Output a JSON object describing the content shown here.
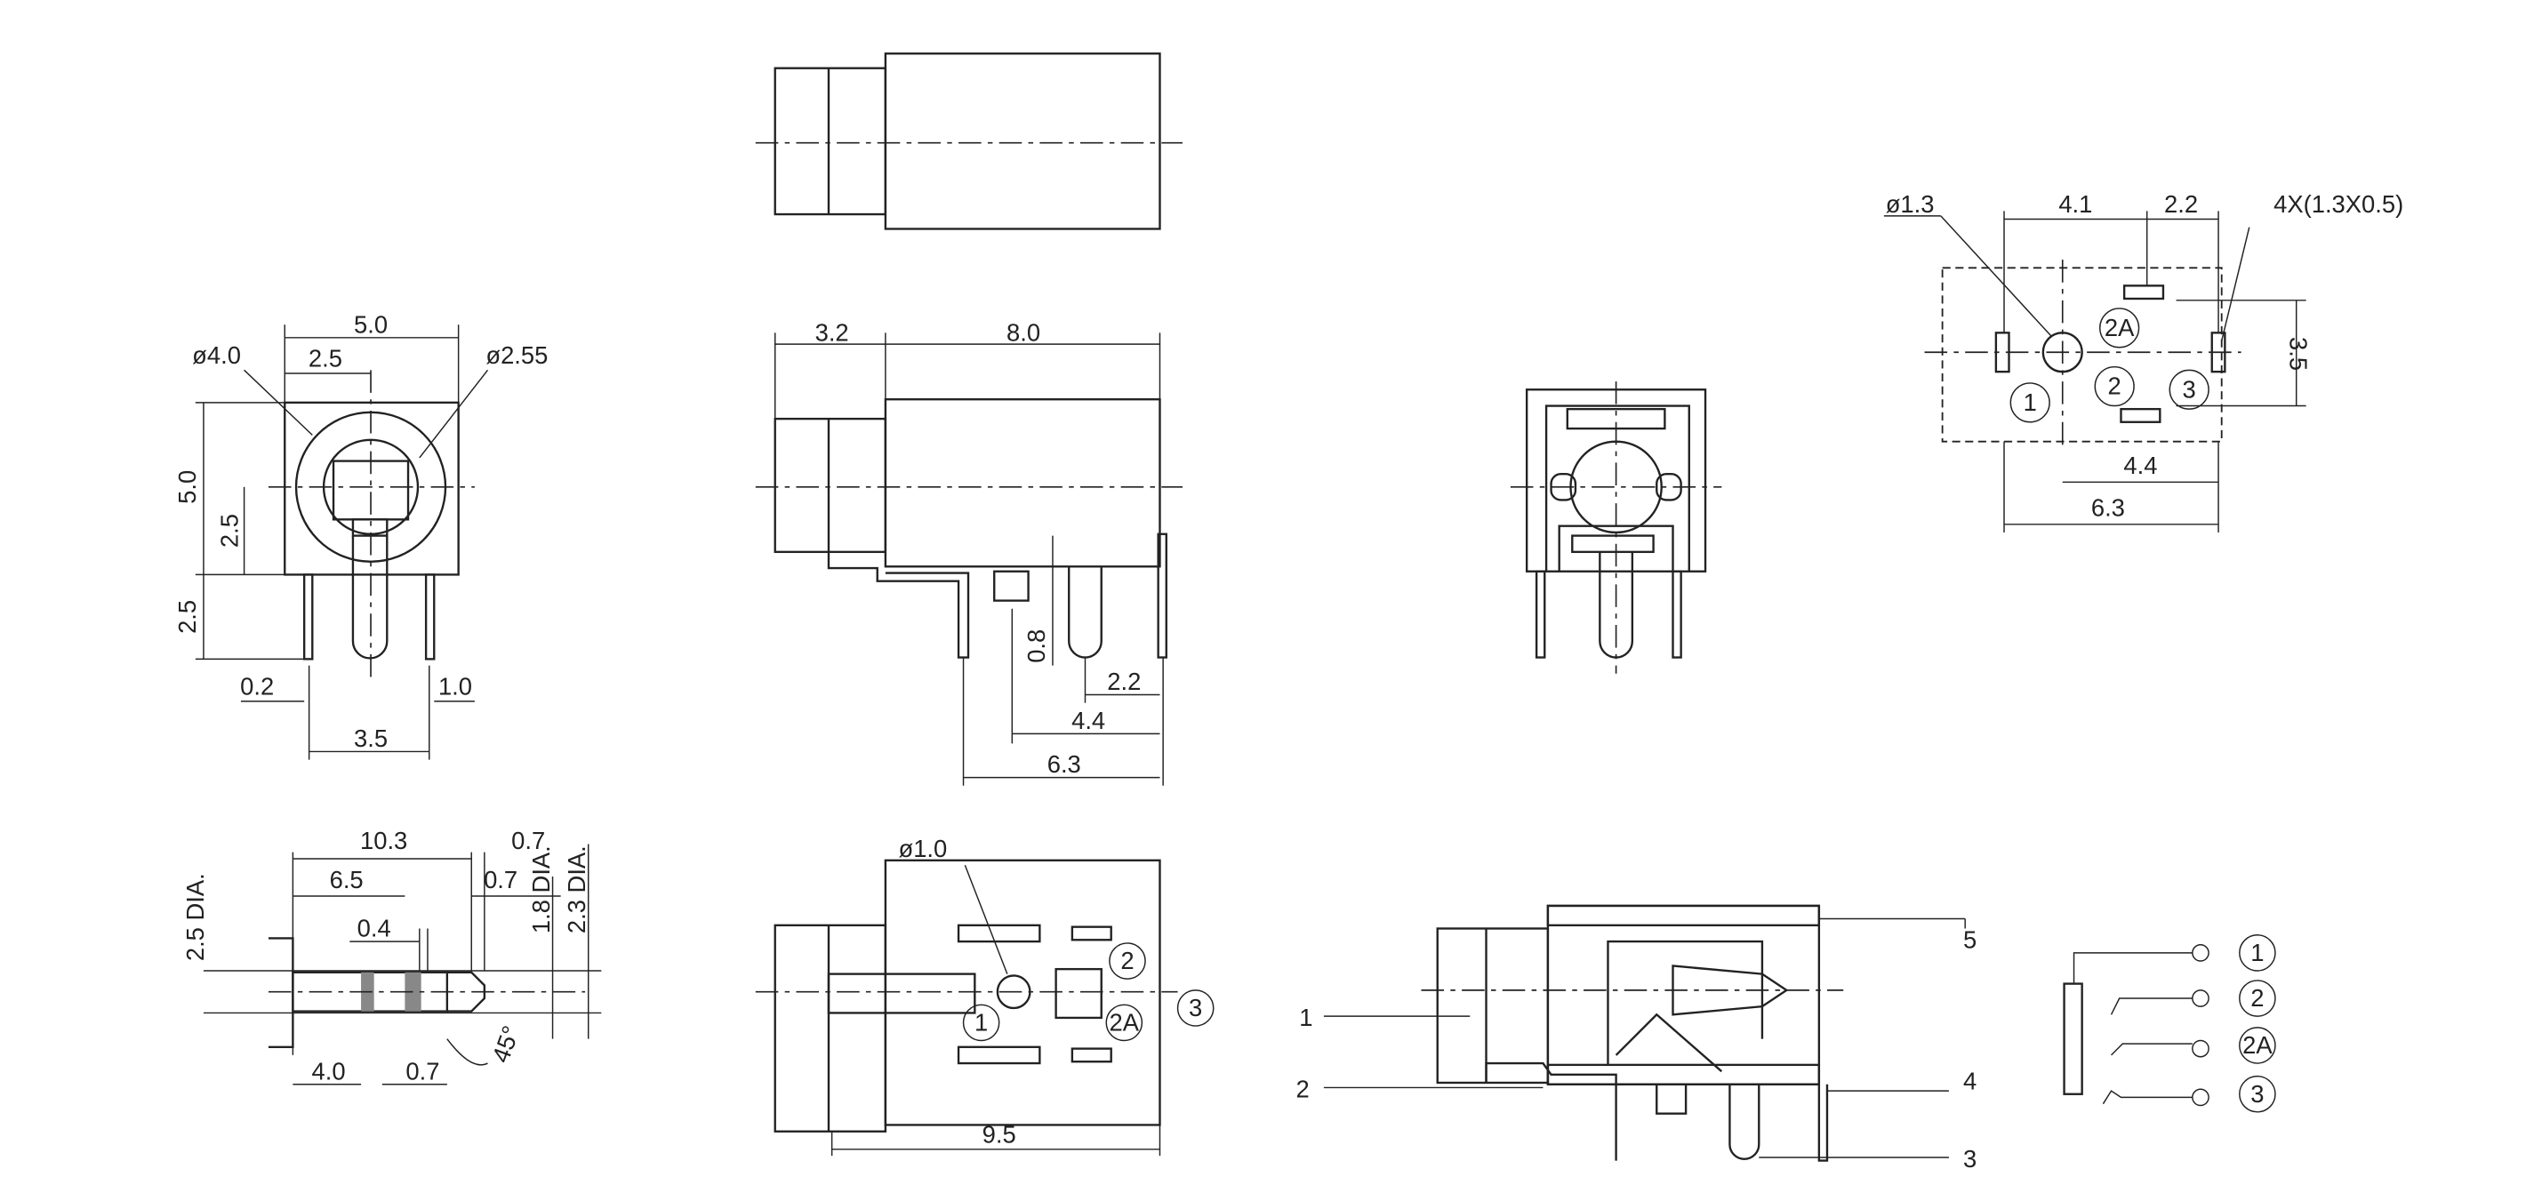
{
  "front_view": {
    "width": "5.0",
    "half_width": "2.5",
    "outer_dia": "ø4.0",
    "inner_dia": "ø2.55",
    "height": "5.0",
    "center_height": "2.5",
    "pin_length": "2.5",
    "pin_thickness": "0.2",
    "pin_width": "1.0",
    "pin_span": "3.5"
  },
  "side_view": {
    "front_length": "3.2",
    "body_length": "8.0",
    "pin_offset": "0.8",
    "dim_a": "2.2",
    "dim_b": "4.4",
    "dim_c": "6.3"
  },
  "footprint": {
    "hole_dia": "ø1.3",
    "dim_41": "4.1",
    "dim_22": "2.2",
    "slots": "4X(1.3X0.5)",
    "height": "3.5",
    "dim_44": "4.4",
    "dim_63": "6.3",
    "pins": [
      "1",
      "2A",
      "2",
      "3"
    ]
  },
  "plug": {
    "length": "10.3",
    "tip_len": "0.7",
    "barrel_len": "6.5",
    "tip_step": "0.7",
    "dia_18": "1.8 DIA.",
    "dia_23": "2.3 DIA.",
    "dia_25": "2.5 DIA.",
    "groove": "0.4",
    "sleeve": "4.0",
    "chamfer": "0.7",
    "angle": "45°"
  },
  "bottom_view": {
    "hole_dia": "ø1.0",
    "pins": [
      "2",
      "3",
      "1",
      "2A"
    ],
    "length": "9.5"
  },
  "section": {
    "callouts": [
      "1",
      "2",
      "5",
      "4",
      "3"
    ]
  },
  "schematic": {
    "pins": [
      "1",
      "2",
      "2A",
      "3"
    ]
  }
}
